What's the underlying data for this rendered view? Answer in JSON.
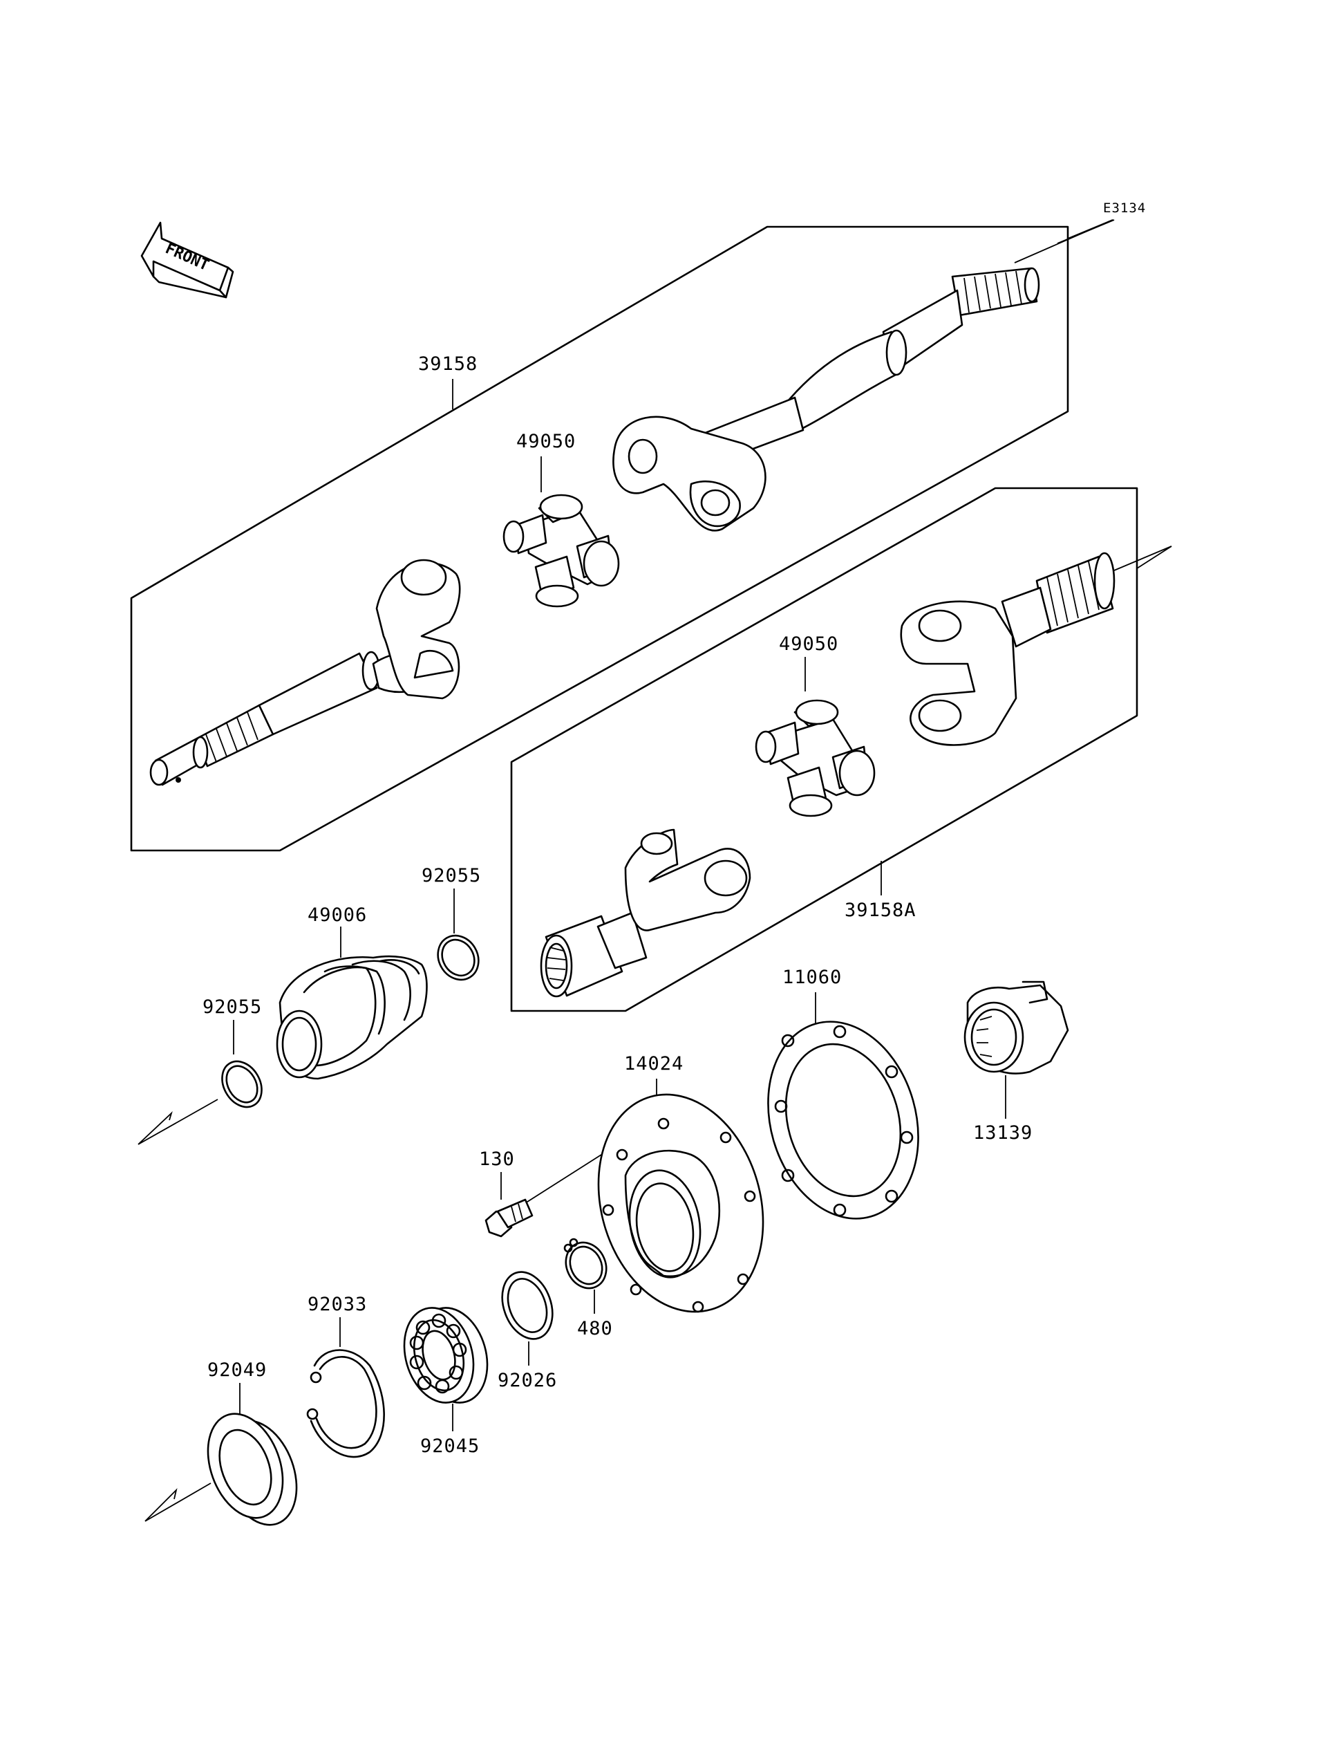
{
  "diagram": {
    "code": "E3134",
    "direction_label": "FRONT",
    "parts": [
      {
        "id": "p39158",
        "number": "39158"
      },
      {
        "id": "p49050a",
        "number": "49050"
      },
      {
        "id": "p49050b",
        "number": "49050"
      },
      {
        "id": "p39158a",
        "number": "39158A"
      },
      {
        "id": "p92055a",
        "number": "92055"
      },
      {
        "id": "p49006",
        "number": "49006"
      },
      {
        "id": "p92055b",
        "number": "92055"
      },
      {
        "id": "p11060",
        "number": "11060"
      },
      {
        "id": "p14024",
        "number": "14024"
      },
      {
        "id": "p13139",
        "number": "13139"
      },
      {
        "id": "p130",
        "number": "130"
      },
      {
        "id": "p92033",
        "number": "92033"
      },
      {
        "id": "p92049",
        "number": "92049"
      },
      {
        "id": "p480",
        "number": "480"
      },
      {
        "id": "p92026",
        "number": "92026"
      },
      {
        "id": "p92045",
        "number": "92045"
      }
    ]
  }
}
